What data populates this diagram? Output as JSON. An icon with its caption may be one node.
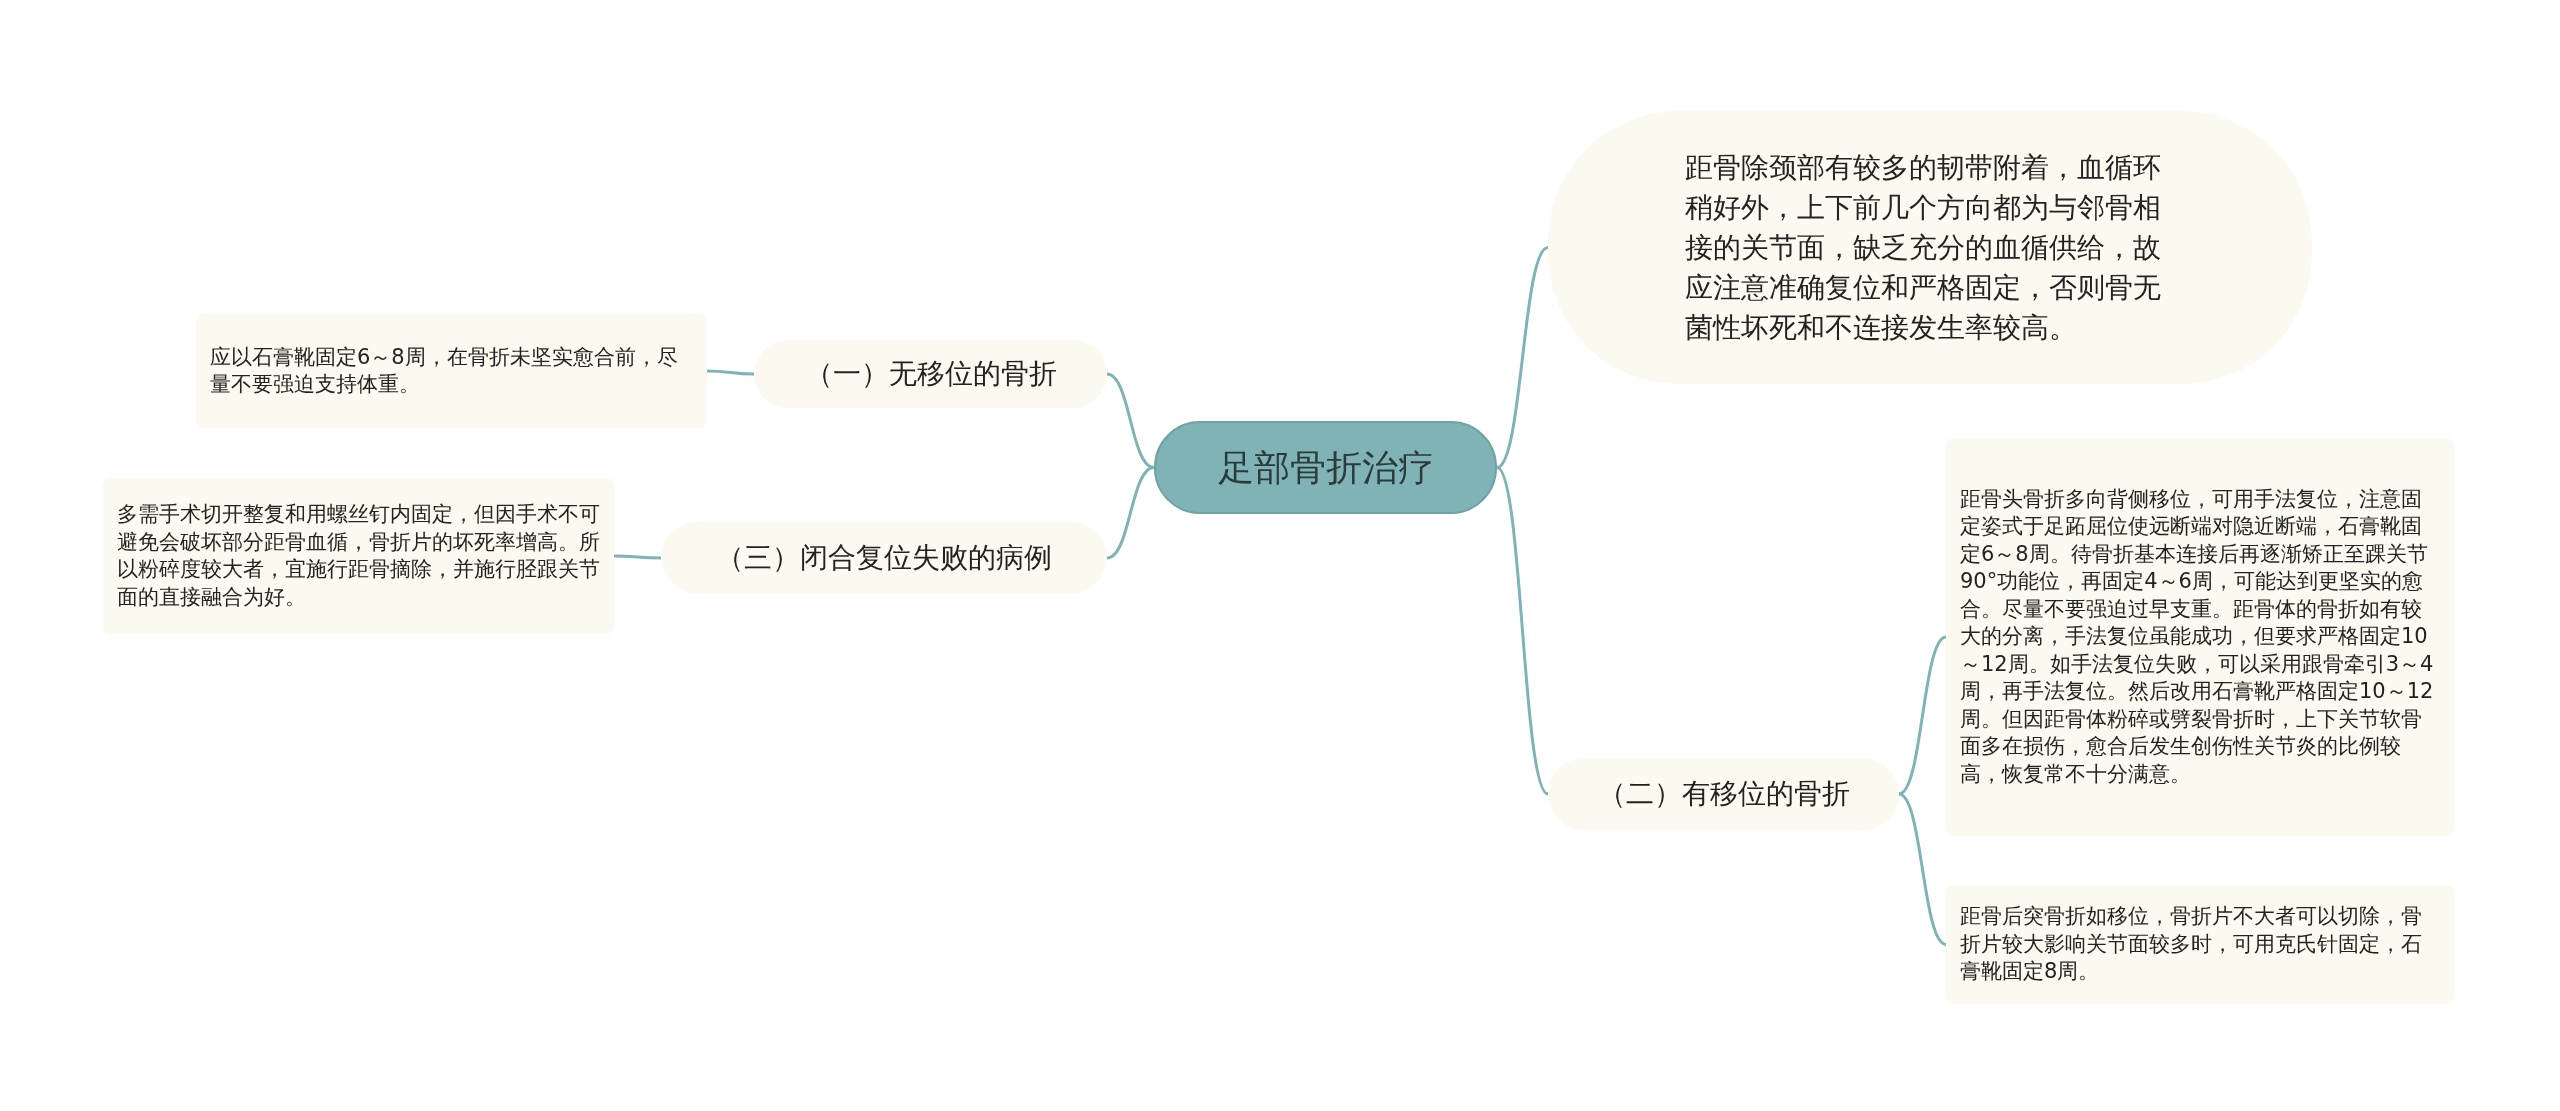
{
  "diagram": {
    "nodes": [
      {
        "text": [
          "足部骨折治疗"
        ]
      },
      {
        "text": [
          "距骨除颈部有较多的韧带附着，血循环稍好外，上下前几个方向都为与邻骨相接的关节面，缺乏充分的血循供给，故应注意准确复位和严格固定，否则骨无菌性坏死和不连接发生率较高。"
        ]
      },
      {
        "text": [
          "（一）无移位的骨折"
        ]
      },
      {
        "text": [
          "应以石膏靴固定6～8周，在骨折未坚实愈合前，尽量不要强迫支持体重。"
        ]
      },
      {
        "text": [
          "（三）闭合复位失败的病例"
        ]
      },
      {
        "text": [
          "多需手术切开整复和用螺丝钉内固定，但因手术不可避免会破坏部分距骨血循，骨折片的坏死率增高。所以粉碎度较大者，宜施行距骨摘除，并施行胫跟关节面的直接融合为好。"
        ]
      },
      {
        "text": [
          "（二）有移位的骨折"
        ]
      },
      {
        "text": [
          "距骨头骨折多向背侧移位，可用手法复位，注意固定姿式于足跖屈位使远断端对隐近断端，石膏靴固定6～8周。待骨折基本连接后再逐渐矫正至踝关节90°功能位，再固定4～6周，可能达到更坚实的愈合。尽量不要强迫过早支重。距骨体的骨折如有较大的分离，手法复位虽能成功，但要求严格固定10～12周。如手法复位失败，可以采用跟骨牵引3～4周，再手法复位。然后改用石膏靴严格固定10～12周。但因距骨体粉碎或劈裂骨折时，上下关节软骨面多在损伤，愈合后发生创伤性关节炎的比例较高，恢复常不十分满意。"
        ]
      },
      {
        "text": [
          "距骨后突骨折如移位，骨折片不大者可以切除，骨折片较大影响关节面较多时，可用克氏针固定，石膏靴固定8周。"
        ]
      }
    ],
    "edges": [
      {
        "from": 0,
        "to": 1,
        "arrow": "none"
      },
      {
        "from": 0,
        "to": 2,
        "arrow": "none"
      },
      {
        "from": 2,
        "to": 3,
        "arrow": "none"
      },
      {
        "from": 0,
        "to": 4,
        "arrow": "none"
      },
      {
        "from": 4,
        "to": 5,
        "arrow": "none"
      },
      {
        "from": 0,
        "to": 6,
        "arrow": "none"
      },
      {
        "from": 6,
        "to": 7,
        "arrow": "none"
      },
      {
        "from": 6,
        "to": 8,
        "arrow": "none"
      }
    ]
  }
}
